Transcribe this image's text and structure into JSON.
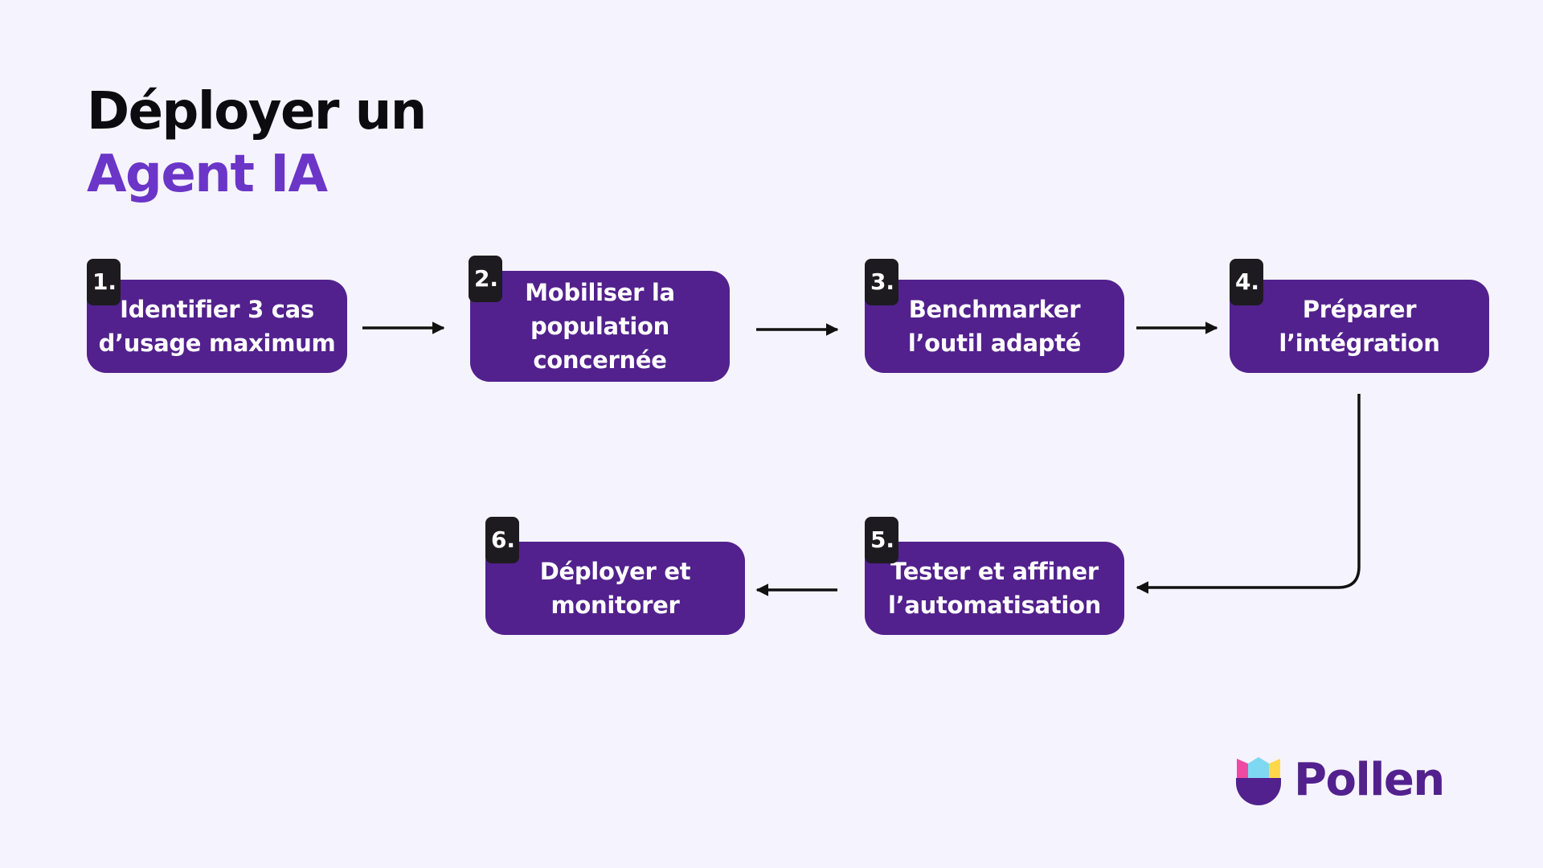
{
  "title": {
    "line1": "Déployer un",
    "line2": "Agent IA"
  },
  "steps": [
    {
      "number": "1.",
      "label": "Identifier 3 cas\nd’usage maximum"
    },
    {
      "number": "2.",
      "label": "Mobiliser la\npopulation\nconcernée"
    },
    {
      "number": "3.",
      "label": "Benchmarker\nl’outil adapté"
    },
    {
      "number": "4.",
      "label": "Préparer\nl’intégration"
    },
    {
      "number": "5.",
      "label": "Tester et affiner\nl’automatisation"
    },
    {
      "number": "6.",
      "label": "Déployer et\nmonitorer"
    }
  ],
  "brand": {
    "name": "Pollen",
    "logo_icon": "pollen-flower-icon"
  },
  "colors": {
    "background": "#f5f3fd",
    "box": "#52218d",
    "number_badge": "#1d1b20",
    "title_dark": "#0c0c10",
    "title_accent": "#6b35c8",
    "arrow": "#111111"
  }
}
